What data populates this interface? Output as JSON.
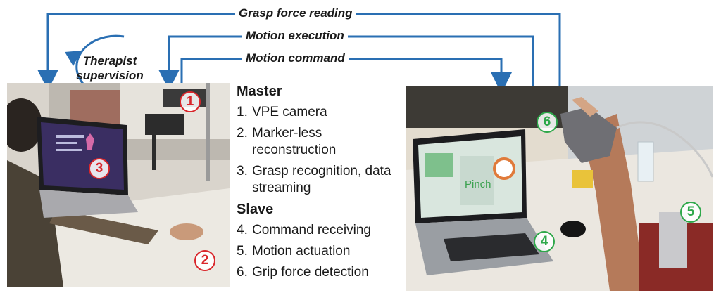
{
  "flows": {
    "grasp_force": "Grasp force reading",
    "motion_execution": "Motion execution",
    "motion_command": "Motion command"
  },
  "supervision": {
    "line1": "Therapist",
    "line2": "supervision"
  },
  "legend": {
    "master_title": "Master",
    "slave_title": "Slave",
    "master_items": [
      {
        "num": "1.",
        "text": "VPE camera"
      },
      {
        "num": "2.",
        "text": "Marker-less reconstruction"
      },
      {
        "num": "3.",
        "text": "Grasp recognition, data streaming"
      }
    ],
    "slave_items": [
      {
        "num": "4.",
        "text": "Command receiving"
      },
      {
        "num": "5.",
        "text": "Motion actuation"
      },
      {
        "num": "6.",
        "text": "Grip force detection"
      }
    ]
  },
  "markers": {
    "m1": "1",
    "m2": "2",
    "m3": "3",
    "m4": "4",
    "m5": "5",
    "m6": "6"
  },
  "screen": {
    "pinch": "Pinch"
  },
  "colors": {
    "arrow": "#2a6fb3",
    "marker_master": "#d9262b",
    "marker_slave": "#2ea84a"
  }
}
